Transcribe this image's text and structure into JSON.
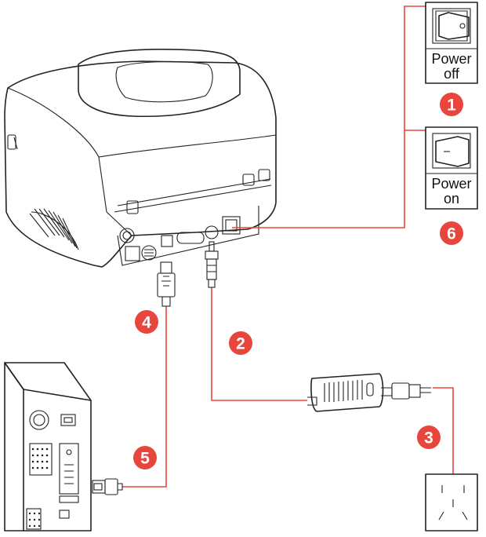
{
  "switch_off": {
    "line1": "Power",
    "line2": "off"
  },
  "switch_on": {
    "line1": "Power",
    "line2": "on"
  },
  "steps": [
    "1",
    "2",
    "3",
    "4",
    "5",
    "6"
  ],
  "colors": {
    "accent": "#e8463d",
    "line": "#222222"
  }
}
